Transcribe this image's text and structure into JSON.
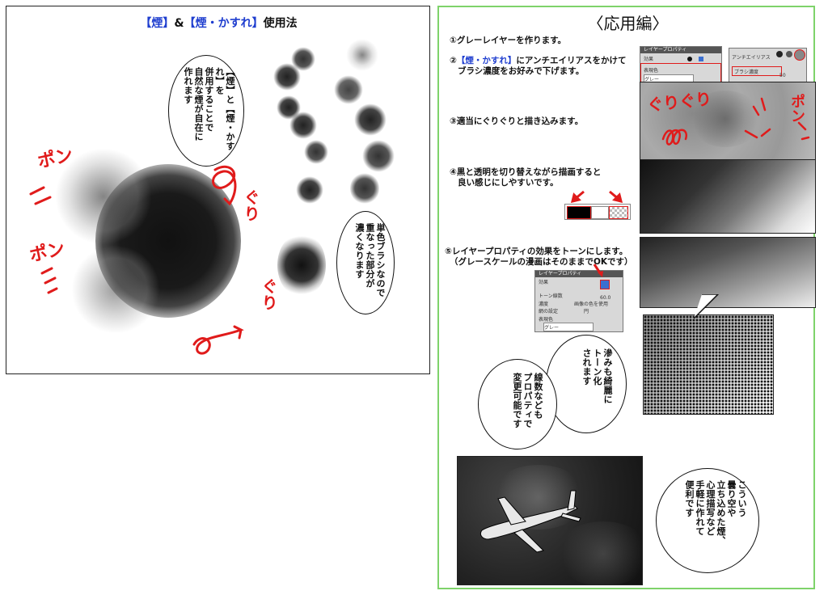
{
  "left": {
    "title": {
      "bracket1": "【煙】",
      "amp": "&",
      "bracket2": "【煙・かすれ】",
      "rest": "使用法"
    },
    "bubble1": {
      "line1": "【煙】と【煙・かすれ】を",
      "line2": "併用することで",
      "line3": "自然な煙が自在に",
      "line4": "作れます"
    },
    "bubble2": {
      "line1": "単色ブラシなので",
      "line2": "重なった部分が",
      "line3": "濃くなります"
    },
    "sfx": {
      "pon1": "ポン",
      "pon2": "ポン",
      "guri1": "ぐり",
      "guri2": "ぐり"
    }
  },
  "right": {
    "title": "〈応用編〉",
    "step1": "①グレーレイヤーを作ります。",
    "step2": {
      "prefix": "②",
      "kw": "【煙・かすれ】",
      "rest": "にアンチエイリアスをかけて",
      "line2": "ブラシ濃度をお好みで下げます。"
    },
    "step3": "③適当にぐりぐりと描き込みます。",
    "step4": {
      "line1": "④黒と透明を切り替えながら描画すると",
      "line2": "良い感じにしやすいです。"
    },
    "step5": {
      "line1": "⑤レイヤープロパティの効果をトーンにします。",
      "line2": "（グレースケールの漫画はそのままでOKです）"
    },
    "bubble_tone": {
      "line1": "滲みも綺麗に",
      "line2": "トーン化",
      "line3": "されます"
    },
    "bubble_lines": {
      "line1": "線数なども",
      "line2": "プロパティで",
      "line3": "変更可能です"
    },
    "bubble_final": {
      "line1": "こういう",
      "line2": "曇り空や",
      "line3": "立ち込めた煙、",
      "line4": "心理描写など",
      "line5": "手軽に作れて",
      "line6": "便利です"
    },
    "sfx": {
      "guriguri": "ぐりぐり",
      "pon": "ポン"
    },
    "dialog1": {
      "title": "レイヤープロパティ",
      "label1": "効果",
      "label2": "表現色",
      "value2": "グレー"
    },
    "dialog2": {
      "label1": "アンチエイリアス",
      "label2": "ブラシ濃度",
      "value2": "50"
    },
    "dialog3": {
      "title": "レイヤープロパティ",
      "label1": "効果",
      "label2": "トーン線数",
      "value2": "60.0",
      "label3": "濃度",
      "value3": "画像の色を使用",
      "label4": "網の設定",
      "value4": "円",
      "label5": "表現色",
      "value5": "グレー"
    }
  }
}
